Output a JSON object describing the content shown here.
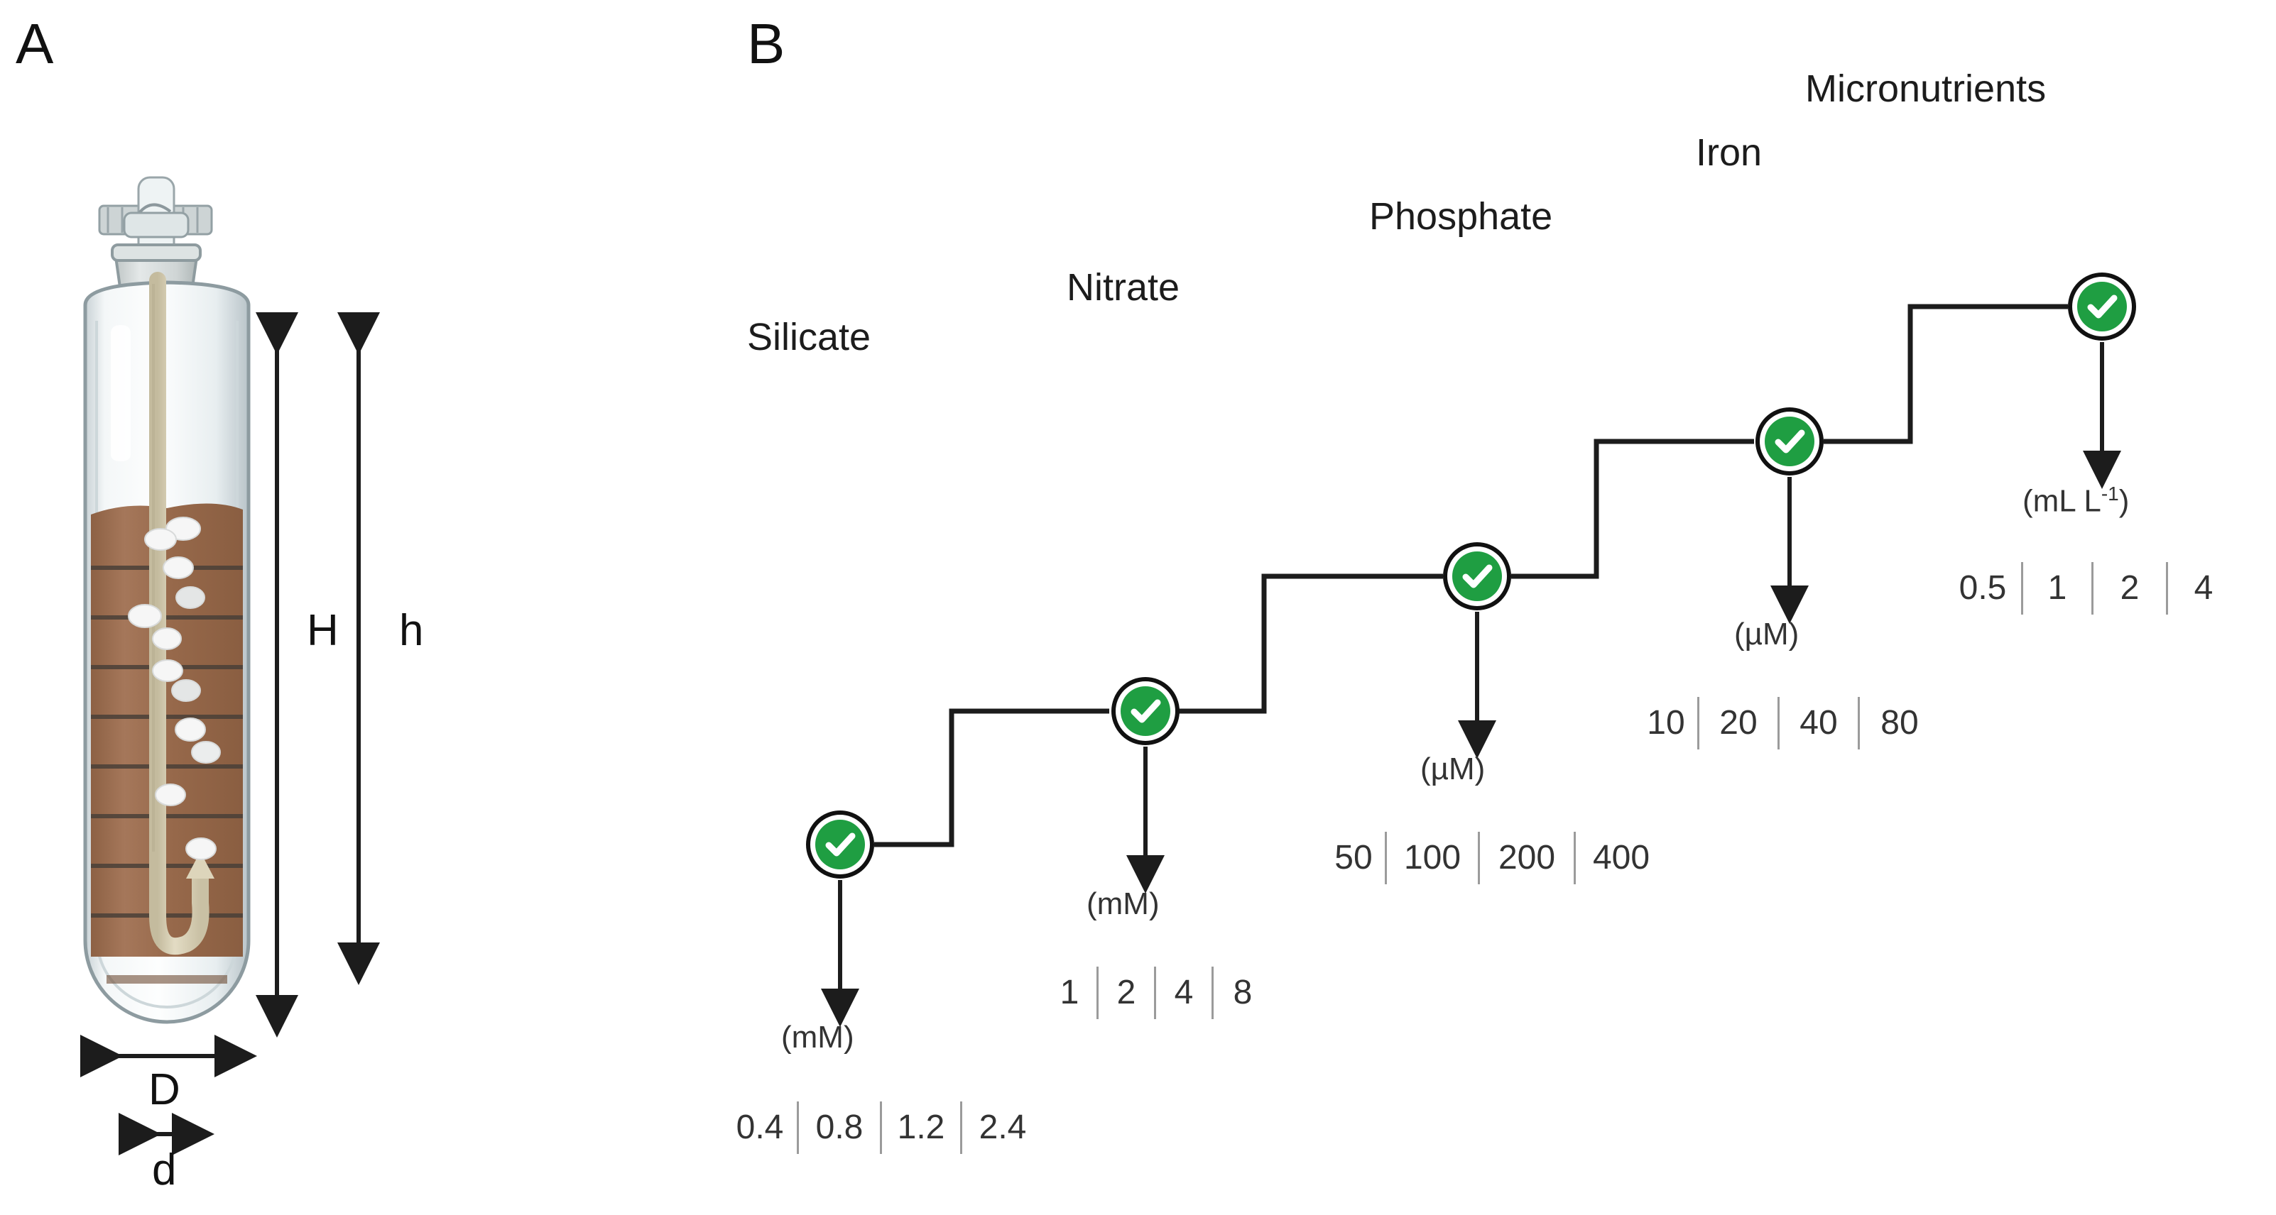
{
  "figure": {
    "panels": [
      {
        "letter": "A",
        "name": "incubation-tube-schematic"
      },
      {
        "letter": "B",
        "name": "nutrient-amendment-staircase"
      }
    ]
  },
  "panel_a": {
    "letter": "A",
    "dimension_labels": [
      {
        "id": "H",
        "label": "H",
        "meaning": "outer-tube-height"
      },
      {
        "id": "h",
        "label": "h",
        "meaning": "inner-height"
      },
      {
        "id": "D",
        "label": "D",
        "meaning": "outer-diameter"
      },
      {
        "id": "d",
        "label": "d",
        "meaning": "inner-diameter"
      }
    ],
    "vessel": {
      "name": "sediment-core-tube",
      "colors": {
        "glass": "#e9eef0",
        "glass_edge": "#8d9ba0",
        "stopper": "#d8dcdc",
        "sediment": "#9a6b4a",
        "sediment_dark": "#8a5e40",
        "inner_tube": "#d8cfb4",
        "particle": "#f4f4f4"
      },
      "scale_line_count": 9,
      "particle_count": 10
    }
  },
  "panel_b": {
    "letter": "B",
    "accent_color": "#1f9e42",
    "outline_color": "#111111",
    "separator_color": "#9b9b9b",
    "steps": [
      {
        "id": "silicate",
        "label": "Silicate",
        "unit": "(mM)",
        "unit_sup": "",
        "checked": true,
        "levels": [
          "0.4",
          "0.8",
          "1.2",
          "2.4"
        ]
      },
      {
        "id": "nitrate",
        "label": "Nitrate",
        "unit": "(mM)",
        "unit_sup": "",
        "checked": true,
        "levels": [
          "1",
          "2",
          "4",
          "8"
        ]
      },
      {
        "id": "phosphate",
        "label": "Phosphate",
        "unit": "(µM)",
        "unit_sup": "",
        "checked": true,
        "levels": [
          "50",
          "100",
          "200",
          "400"
        ]
      },
      {
        "id": "iron",
        "label": "Iron",
        "unit": "(µM)",
        "unit_sup": "",
        "checked": true,
        "levels": [
          "10",
          "20",
          "40",
          "80"
        ]
      },
      {
        "id": "micronutrients",
        "label": "Micronutrients",
        "unit": "(mL L",
        "unit_sup": "-1",
        "unit_tail": ")",
        "checked": true,
        "levels": [
          "0.5",
          "1",
          "2",
          "4"
        ]
      }
    ]
  },
  "chart_data": {
    "type": "table",
    "title": "",
    "categories": [
      "Silicate",
      "Nitrate",
      "Phosphate",
      "Iron",
      "Micronutrients"
    ],
    "units": [
      "mM",
      "mM",
      "µM",
      "µM",
      "mL L-1"
    ],
    "series": [
      {
        "name": "Silicate",
        "values": [
          0.4,
          0.8,
          1.2,
          2.4
        ]
      },
      {
        "name": "Nitrate",
        "values": [
          1,
          2,
          4,
          8
        ]
      },
      {
        "name": "Phosphate",
        "values": [
          50,
          100,
          200,
          400
        ]
      },
      {
        "name": "Iron",
        "values": [
          10,
          20,
          40,
          80
        ]
      },
      {
        "name": "Micronutrients",
        "values": [
          0.5,
          1,
          2,
          4
        ]
      }
    ]
  }
}
